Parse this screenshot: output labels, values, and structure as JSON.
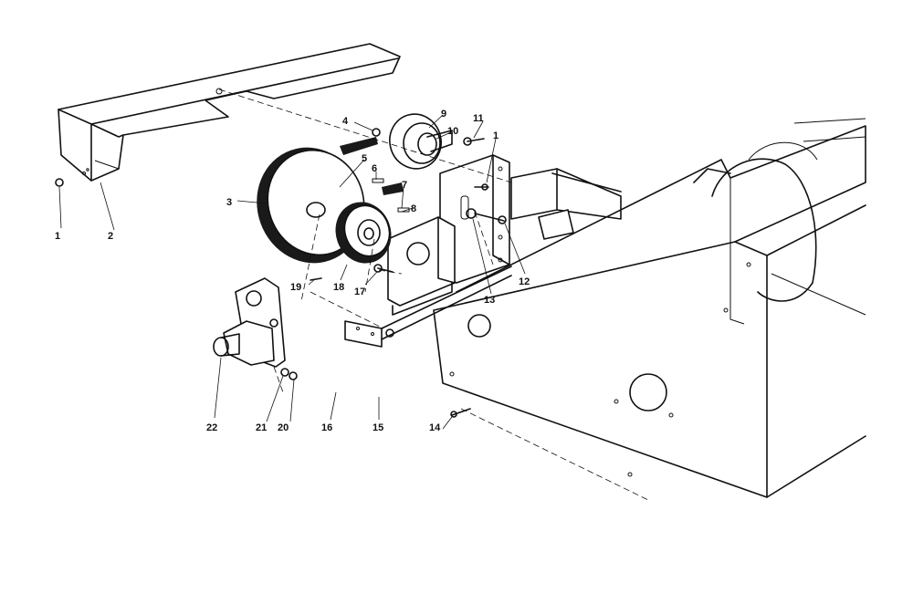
{
  "diagram": {
    "callouts": [
      {
        "key": "c1a",
        "text": "1"
      },
      {
        "key": "c2",
        "text": "2"
      },
      {
        "key": "c3",
        "text": "3"
      },
      {
        "key": "c4",
        "text": "4"
      },
      {
        "key": "c5",
        "text": "5"
      },
      {
        "key": "c6",
        "text": "6"
      },
      {
        "key": "c7",
        "text": "7"
      },
      {
        "key": "c8",
        "text": "8"
      },
      {
        "key": "c9",
        "text": "9"
      },
      {
        "key": "c10",
        "text": "10"
      },
      {
        "key": "c11",
        "text": "11"
      },
      {
        "key": "c1b",
        "text": "1"
      },
      {
        "key": "c12",
        "text": "12"
      },
      {
        "key": "c13",
        "text": "13"
      },
      {
        "key": "c14",
        "text": "14"
      },
      {
        "key": "c15",
        "text": "15"
      },
      {
        "key": "c16",
        "text": "16"
      },
      {
        "key": "c17",
        "text": "17"
      },
      {
        "key": "c18",
        "text": "18"
      },
      {
        "key": "c19",
        "text": "19"
      },
      {
        "key": "c20",
        "text": "20"
      },
      {
        "key": "c21",
        "text": "21"
      },
      {
        "key": "c22",
        "text": "22"
      }
    ]
  }
}
